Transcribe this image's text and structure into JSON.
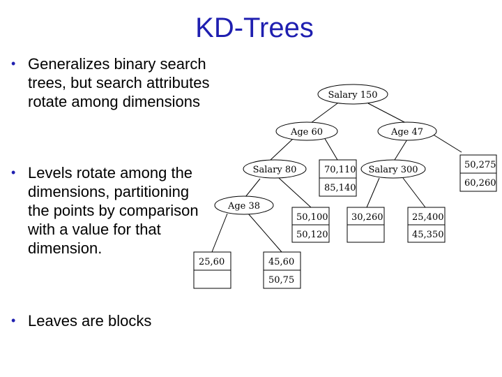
{
  "title": "KD-Trees",
  "bullets": [
    "Generalizes binary search trees, but search attributes rotate among dimensions",
    "Levels rotate among the dimensions, partitioning the points by comparison with a value for that dimension.",
    "Leaves are blocks"
  ],
  "tree": {
    "root": "Salary 150",
    "level1": [
      "Age 60",
      "Age 47"
    ],
    "level2": [
      "Salary 80",
      "Salary 300"
    ],
    "level3": [
      "Age 38"
    ],
    "blocks": {
      "b_70_110": [
        "70,110",
        "85,140"
      ],
      "b_50_275": [
        "50,275",
        "60,260"
      ],
      "b_50_100": [
        "50,100",
        "50,120"
      ],
      "b_30_260": [
        "30,260",
        ""
      ],
      "b_25_400": [
        "25,400",
        "45,350"
      ],
      "b_25_60": [
        "25,60",
        ""
      ],
      "b_45_60": [
        "45,60",
        "50,75"
      ]
    }
  }
}
